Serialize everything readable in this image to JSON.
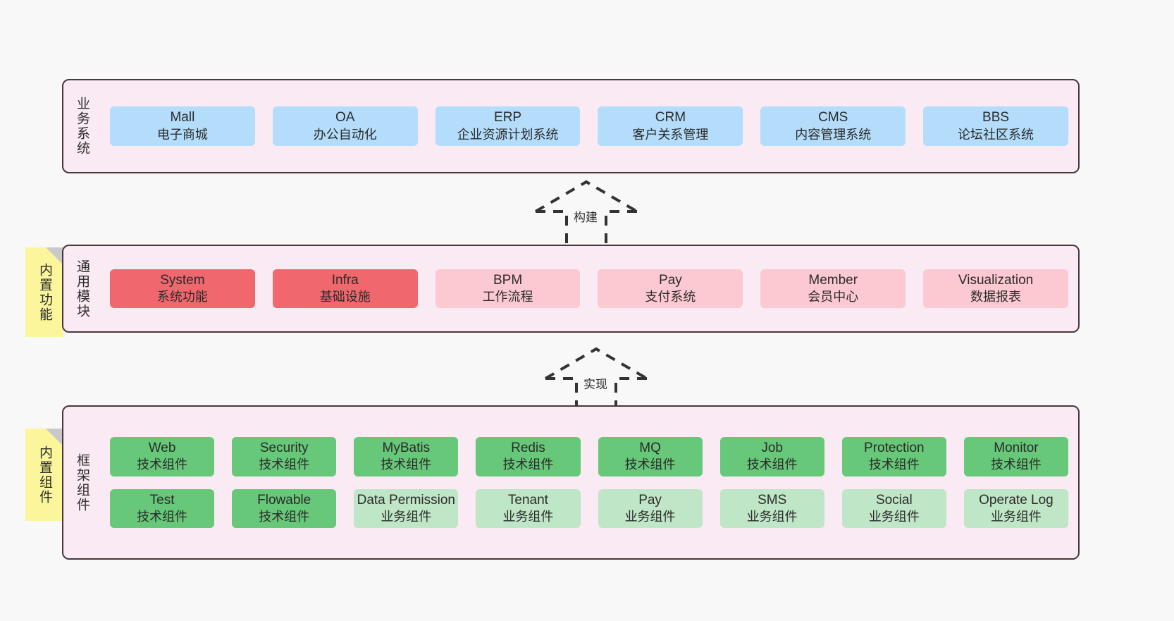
{
  "diagram": {
    "title": "ruoyi-vue-pro architecture layers",
    "colors": {
      "container_bg": "#f9eaf3",
      "container_border": "#46383d",
      "business_box": "#b4ddfb",
      "core_module_box": "#f1676e",
      "module_box": "#fcc9d2",
      "tech_component_box": "#66c878",
      "biz_component_box": "#bfe6c6",
      "sticky_note": "#fbf59b",
      "page_bg": "#f8f8f8"
    }
  },
  "layers": [
    {
      "id": "business",
      "title": "业务系统",
      "rows": [
        {
          "cells": [
            {
              "en": "Mall",
              "cn": "电子商城",
              "variant": "c-blue"
            },
            {
              "en": "OA",
              "cn": "办公自动化",
              "variant": "c-blue"
            },
            {
              "en": "ERP",
              "cn": "企业资源计划系统",
              "variant": "c-blue"
            },
            {
              "en": "CRM",
              "cn": "客户关系管理",
              "variant": "c-blue"
            },
            {
              "en": "CMS",
              "cn": "内容管理系统",
              "variant": "c-blue"
            },
            {
              "en": "BBS",
              "cn": "论坛社区系统",
              "variant": "c-blue"
            }
          ]
        }
      ]
    },
    {
      "id": "common",
      "title": "通用模块",
      "rows": [
        {
          "cells": [
            {
              "en": "System",
              "cn": "系统功能",
              "variant": "c-red"
            },
            {
              "en": "Infra",
              "cn": "基础设施",
              "variant": "c-red"
            },
            {
              "en": "BPM",
              "cn": "工作流程",
              "variant": "c-pinklight"
            },
            {
              "en": "Pay",
              "cn": "支付系统",
              "variant": "c-pinklight"
            },
            {
              "en": "Member",
              "cn": "会员中心",
              "variant": "c-pinklight"
            },
            {
              "en": "Visualization",
              "cn": "数据报表",
              "variant": "c-pinklight"
            }
          ]
        }
      ]
    },
    {
      "id": "framework",
      "title": "框架组件",
      "rows": [
        {
          "cells": [
            {
              "en": "Web",
              "cn": "技术组件",
              "variant": "c-green"
            },
            {
              "en": "Security",
              "cn": "技术组件",
              "variant": "c-green"
            },
            {
              "en": "MyBatis",
              "cn": "技术组件",
              "variant": "c-green"
            },
            {
              "en": "Redis",
              "cn": "技术组件",
              "variant": "c-green"
            },
            {
              "en": "MQ",
              "cn": "技术组件",
              "variant": "c-green"
            },
            {
              "en": "Job",
              "cn": "技术组件",
              "variant": "c-green"
            },
            {
              "en": "Protection",
              "cn": "技术组件",
              "variant": "c-green"
            },
            {
              "en": "Monitor",
              "cn": "技术组件",
              "variant": "c-green"
            }
          ]
        },
        {
          "cells": [
            {
              "en": "Test",
              "cn": "技术组件",
              "variant": "c-green"
            },
            {
              "en": "Flowable",
              "cn": "技术组件",
              "variant": "c-green"
            },
            {
              "en": "Data Permission",
              "cn": "业务组件",
              "variant": "c-greenlight"
            },
            {
              "en": "Tenant",
              "cn": "业务组件",
              "variant": "c-greenlight"
            },
            {
              "en": "Pay",
              "cn": "业务组件",
              "variant": "c-greenlight"
            },
            {
              "en": "SMS",
              "cn": "业务组件",
              "variant": "c-greenlight"
            },
            {
              "en": "Social",
              "cn": "业务组件",
              "variant": "c-greenlight"
            },
            {
              "en": "Operate Log",
              "cn": "业务组件",
              "variant": "c-greenlight"
            }
          ]
        }
      ]
    }
  ],
  "notes": [
    {
      "id": "note-common",
      "label": "内置功能"
    },
    {
      "id": "note-framework",
      "label": "内置组件"
    }
  ],
  "arrows": [
    {
      "id": "arrow-build",
      "label": "构建"
    },
    {
      "id": "arrow-impl",
      "label": "实现"
    }
  ]
}
